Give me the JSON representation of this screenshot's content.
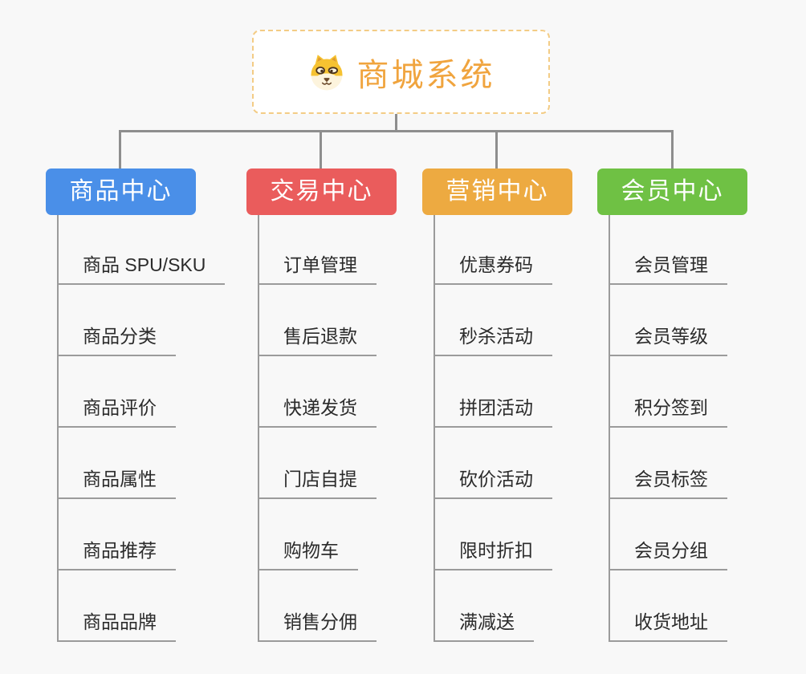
{
  "root": {
    "title": "商城系统",
    "icon": "dog-icon"
  },
  "branches": [
    {
      "label": "商品中心",
      "color": "#4a8fe8",
      "items": [
        "商品 SPU/SKU",
        "商品分类",
        "商品评价",
        "商品属性",
        "商品推荐",
        "商品品牌"
      ]
    },
    {
      "label": "交易中心",
      "color": "#ea5c5c",
      "items": [
        "订单管理",
        "售后退款",
        "快递发货",
        "门店自提",
        "购物车",
        "销售分佣"
      ]
    },
    {
      "label": "营销中心",
      "color": "#edaa41",
      "items": [
        "优惠券码",
        "秒杀活动",
        "拼团活动",
        "砍价活动",
        "限时折扣",
        "满减送"
      ]
    },
    {
      "label": "会员中心",
      "color": "#6fc144",
      "items": [
        "会员管理",
        "会员等级",
        "积分签到",
        "会员标签",
        "会员分组",
        "收货地址"
      ]
    }
  ],
  "style": {
    "background": "#f8f8f8",
    "connector_color": "#8e8e8e",
    "leaf_line_color": "#9b9b9b",
    "leaf_text_color": "#2b2b2b",
    "root_text_color": "#f0a43e",
    "root_border_color": "#f3cc85"
  }
}
